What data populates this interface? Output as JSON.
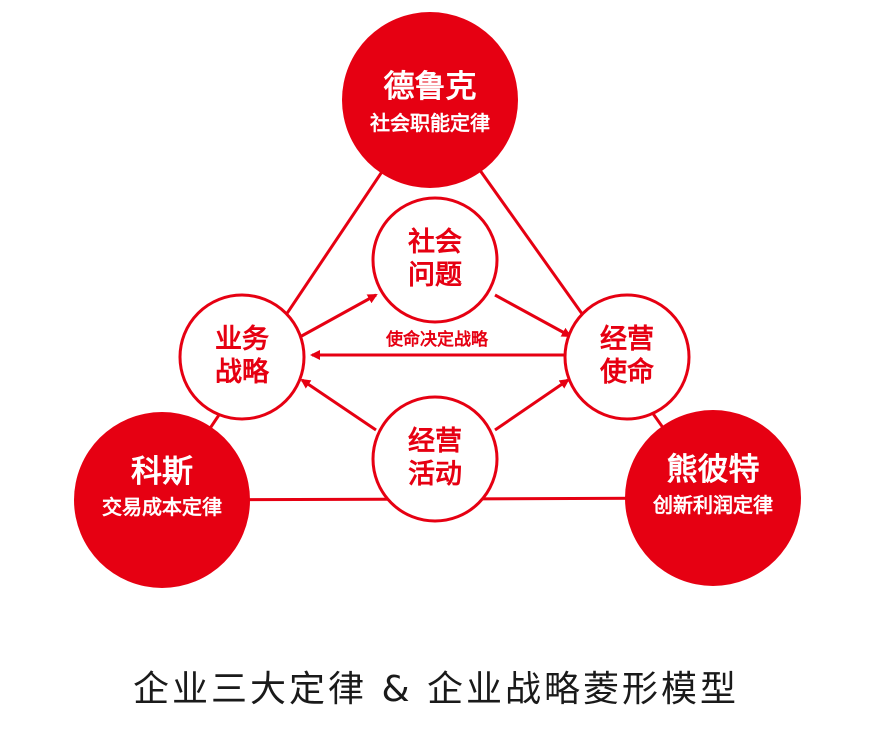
{
  "colors": {
    "accent": "#e60012",
    "text_dark": "#1a1a1a",
    "background": "#ffffff"
  },
  "laws": {
    "top": {
      "name": "德鲁克",
      "law": "社会职能定律"
    },
    "left": {
      "name": "科斯",
      "law": "交易成本定律"
    },
    "right": {
      "name": "熊彼特",
      "law": "创新利润定律"
    }
  },
  "diamond": {
    "top": [
      "社会",
      "问题"
    ],
    "left": [
      "业务",
      "战略"
    ],
    "right": [
      "经营",
      "使命"
    ],
    "bottom": [
      "经营",
      "活动"
    ]
  },
  "arrow_label": "使命决定战略",
  "caption": "企业三大定律 & 企业战略菱形模型"
}
